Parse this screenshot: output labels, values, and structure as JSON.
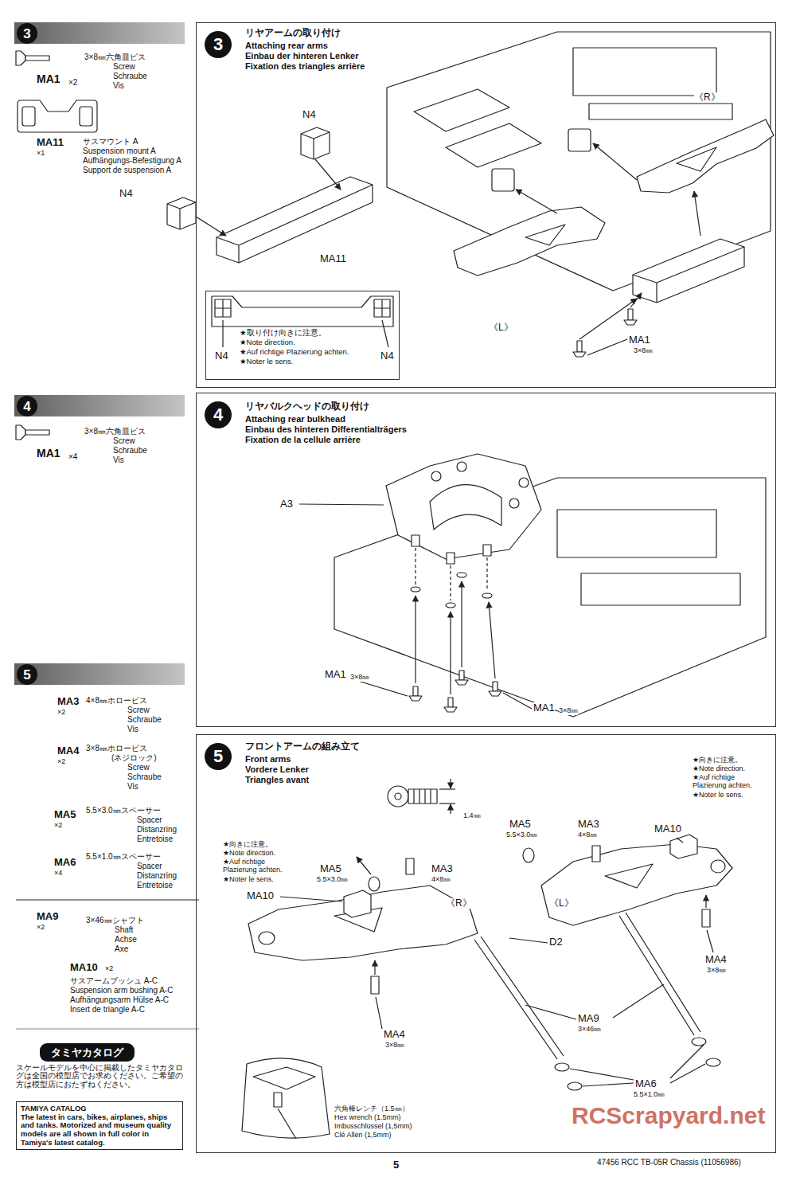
{
  "diagram": {
    "nodes": [
      {
        "text": [
          "3"
        ]
      },
      {
        "text": [
          "リヤアームの取り付け",
          "Attaching rear arms",
          "Einbau der hinteren Lenker",
          "Fixation des triangles arrière"
        ]
      },
      {
        "text": [
          "3"
        ],
        "in": 1
      },
      {
        "text": [
          "★取り付け向きに注意。",
          "★Note direction.",
          "★Auf richtige Plazierung achten.",
          "★Noter le sens."
        ]
      },
      {
        "text": [
          "4"
        ]
      },
      {
        "text": [
          "リヤバルクヘッドの取り付け",
          "Attaching rear bulkhead",
          "Einbau des hinteren Differentialträgers",
          "Fixation de la cellule arrière"
        ]
      },
      {
        "text": [
          "4"
        ],
        "in": 5
      },
      {
        "text": [
          "5"
        ]
      },
      {
        "text": [
          "フロントアームの組み立て",
          "Front arms",
          "Vordere Lenker",
          "Triangles avant"
        ]
      },
      {
        "text": [
          "5"
        ],
        "in": 8
      },
      {
        "text": [
          "TAMIYA CATALOG",
          "The latest in cars, bikes, airplanes, ships and tanks. Motorized and museum quality models are all shown in full color in Tamiya's latest catalog."
        ]
      },
      {
        "text": [
          "タミヤカタログ"
        ]
      }
    ],
    "labels": [
      "3×8㎜六角皿ビス",
      "Screw",
      "Schraube",
      "Vis",
      "MA1",
      "×2",
      "MA11",
      "×1",
      "サスマウント A",
      "Suspension mount A",
      "Aufhängungs-Befestigung A",
      "Support de suspension A",
      "N4",
      "N4",
      "MA11",
      "N4",
      "N4",
      "《R》",
      "《L》",
      "MA1",
      "3×8㎜",
      "3×8㎜六角皿ビス",
      "Screw",
      "Schraube",
      "Vis",
      "MA1",
      "×4",
      "A3",
      "MA1",
      "3×8㎜",
      "MA1",
      "3×8㎜",
      "MA3",
      "×2",
      "4×8㎜ホローピス",
      "Screw",
      "Schraube",
      "Vis",
      "MA4",
      "×2",
      "3×8㎜ホローピス",
      "(ネジロック)",
      "Screw",
      "Schraube",
      "Vis",
      "MA5",
      "×2",
      "5.5×3.0㎜スペーサー",
      "Spacer",
      "Distanzring",
      "Entretoise",
      "MA6",
      "×4",
      "5.5×1.0㎜スペーサー",
      "Spacer",
      "Distanzring",
      "Entretoise",
      "MA9",
      "×2",
      "3×46㎜シャフト",
      "Shaft",
      "Achse",
      "Axe",
      "MA10",
      "×2",
      "サスアームブッシュ A-C",
      "Suspension arm bushing A-C",
      "Aufhängungsarm Hülse A-C",
      "Insert de triangle A-C",
      "スケールモデルを中心に掲載したタミヤカタログは全国の模型店でお求めください。ご希望の方は模型店におたずねください。",
      "1.4㎜",
      "★向きに注意。",
      "★Note direction.",
      "★Auf richtige Plazierung achten.",
      "★Noter le sens.",
      "MA5",
      "5.5×3.0㎜",
      "MA3",
      "4×8㎜",
      "MA10",
      "《R》",
      "《L》",
      "★向きに注意。",
      "★Note direction.",
      "★Auf richtige Plazierung achten.",
      "★Noter le sens.",
      "MA5",
      "5.5×3.0㎜",
      "MA3",
      "4×8㎜",
      "MA10",
      "D2",
      "MA4",
      "3×8㎜",
      "MA4",
      "3×8㎜",
      "MA9",
      "3×46㎜",
      "MA6",
      "5.5×1.0㎜",
      "六角棒レンチ（1.5㎜）",
      "Hex wrench (1.5mm)",
      "Imbusschlüssel (1,5mm)",
      "Clé Allen (1,5mm)",
      "5",
      "47456 RCC TB-05R Chassis (11056986)",
      "RCScrapyard.net"
    ]
  }
}
